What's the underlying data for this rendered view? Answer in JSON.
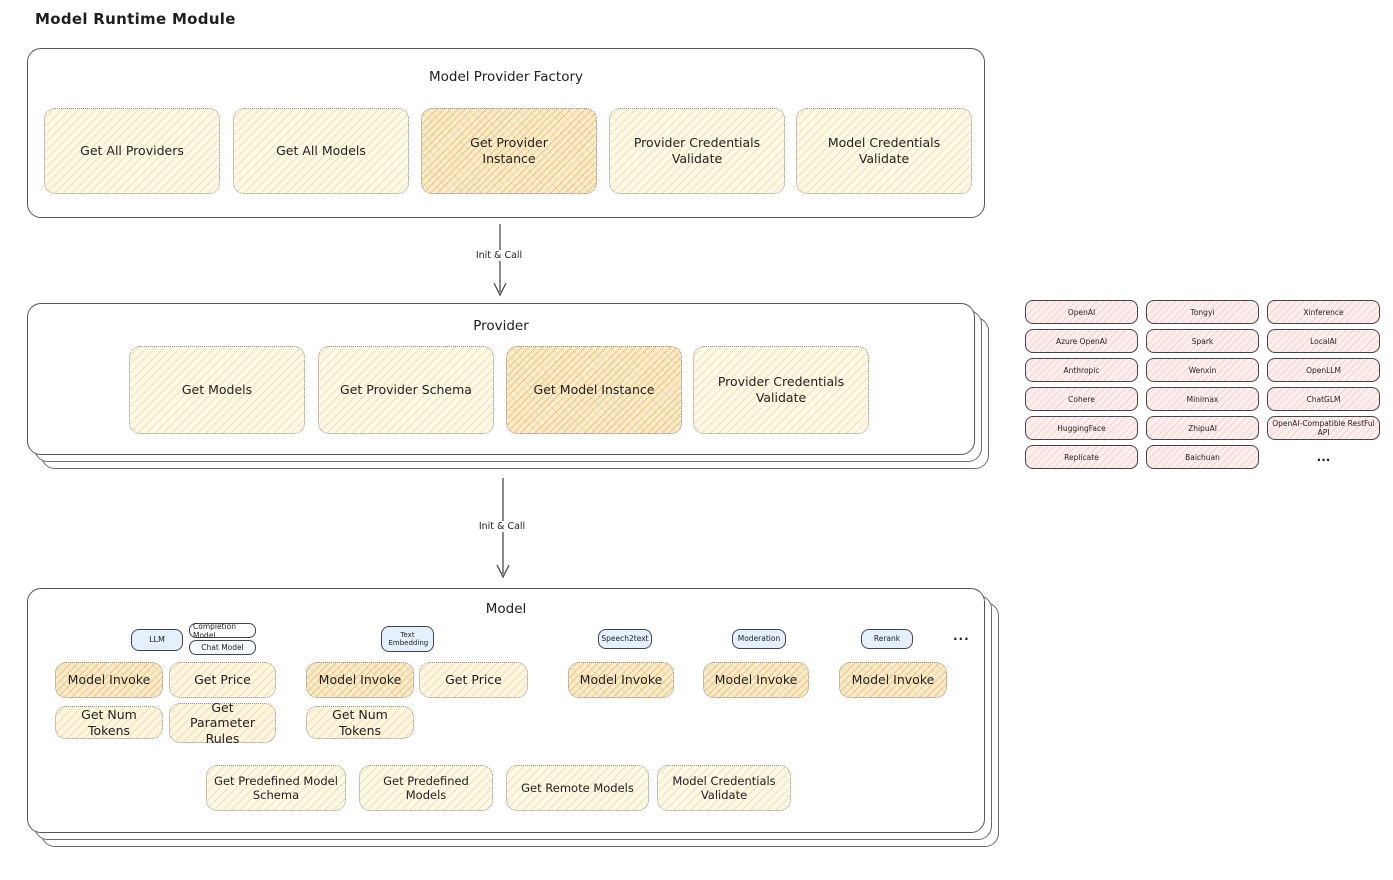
{
  "page_title": "Model Runtime Module",
  "arrows": {
    "arrow1_label": "Init & Call",
    "arrow2_label": "Init & Call"
  },
  "factory": {
    "title": "Model Provider Factory",
    "boxes": [
      {
        "label": "Get All Providers"
      },
      {
        "label": "Get All Models"
      },
      {
        "label": "Get Provider Instance"
      },
      {
        "label": "Provider Credentials Validate"
      },
      {
        "label": "Model Credentials Validate"
      }
    ]
  },
  "provider": {
    "title": "Provider",
    "boxes": [
      {
        "label": "Get Models"
      },
      {
        "label": "Get Provider Schema"
      },
      {
        "label": "Get Model Instance"
      },
      {
        "label": "Provider Credentials Validate"
      }
    ]
  },
  "providers_grid": {
    "items": [
      "OpenAI",
      "Azure OpenAI",
      "Anthropic",
      "Cohere",
      "HuggingFace",
      "Replicate",
      "Tongyi",
      "Spark",
      "Wenxin",
      "Minimax",
      "ZhipuAI",
      "Baichuan",
      "Xinference",
      "LocalAI",
      "OpenLLM",
      "ChatGLM",
      "OpenAI-Compatible RestFul API"
    ],
    "more": "..."
  },
  "model": {
    "title": "Model",
    "tabs": {
      "llm": "LLM",
      "completion": "Completion Model",
      "chat": "Chat Model",
      "text_embedding": "Text Embedding",
      "speech2text": "Speech2text",
      "moderation": "Moderation",
      "rerank": "Rerank",
      "more": "..."
    },
    "ops": {
      "model_invoke": "Model Invoke",
      "get_price": "Get Price",
      "get_num_tokens": "Get Num Tokens",
      "get_parameter_rules": "Get Parameter Rules"
    },
    "bottom": [
      {
        "label": "Get Predefined Model Schema"
      },
      {
        "label": "Get Predefined Models"
      },
      {
        "label": "Get Remote Models"
      },
      {
        "label": "Model Credentials Validate"
      }
    ]
  },
  "colors": {
    "highlight_hatch": "#f2bc69",
    "yellow_fill": "#fdf9e6",
    "pink_fill": "#fdefed",
    "blue_fill": "#e4f0fb",
    "stroke_dark": "#55555e"
  }
}
